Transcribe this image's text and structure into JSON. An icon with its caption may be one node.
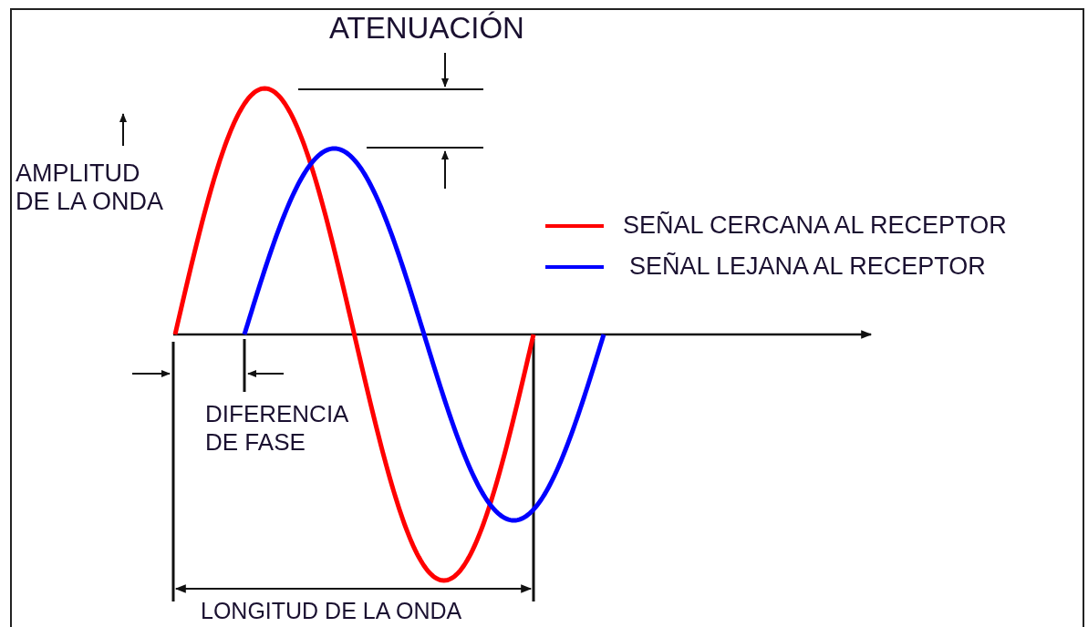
{
  "diagram": {
    "labels": [
      "ATENUACIÓN",
      "AMPLITUD DE LA ONDA",
      "DIFERENCIA DE FASE",
      "LONGITUD DE LA ONDA"
    ],
    "legend": [
      {
        "text": "SEÑAL CERCANA AL RECEPTOR"
      },
      {
        "text": "SEÑAL LEJANA AL RECEPTOR"
      }
    ]
  }
}
